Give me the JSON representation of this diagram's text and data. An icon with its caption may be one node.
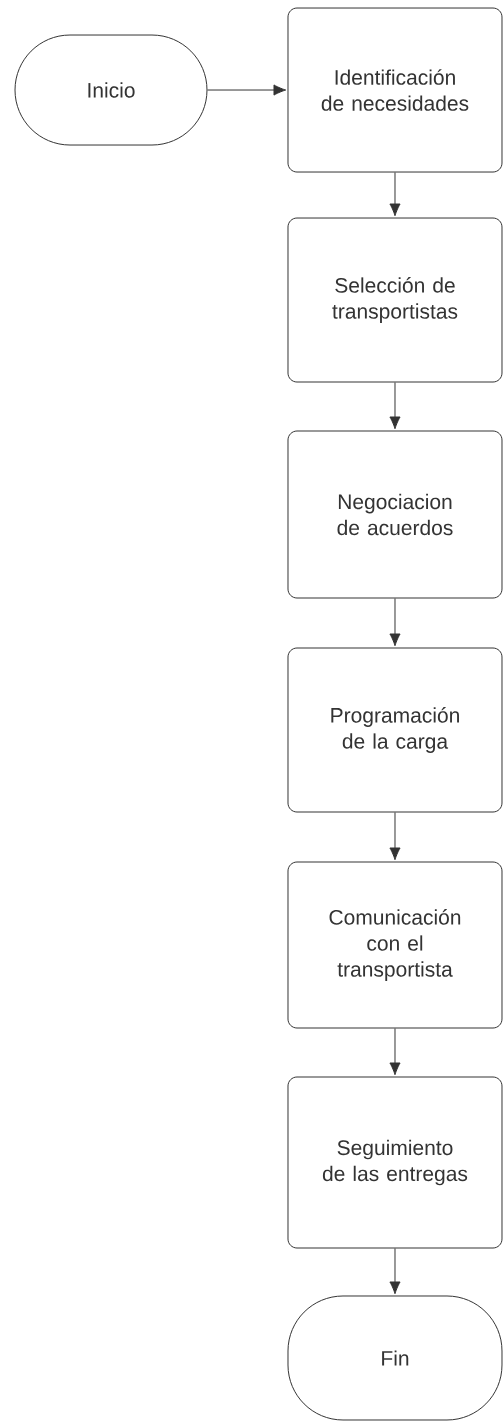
{
  "diagram": {
    "nodes": [
      {
        "text": [
          "Inicio"
        ]
      },
      {
        "text": [
          "Identificación de necesidades"
        ]
      },
      {
        "text": [
          "Selección de transportistas"
        ]
      },
      {
        "text": [
          "Negociacion de acuerdos"
        ]
      },
      {
        "text": [
          "Programación de la carga"
        ]
      },
      {
        "text": [
          "Comunicación con el transportista"
        ]
      },
      {
        "text": [
          "Seguimiento de las entregas"
        ]
      },
      {
        "text": [
          "Fin"
        ]
      }
    ],
    "edges": [
      {
        "from": 0,
        "to": 1,
        "arrow": "to"
      },
      {
        "from": 1,
        "to": 2,
        "arrow": "to"
      },
      {
        "from": 2,
        "to": 3,
        "arrow": "to"
      },
      {
        "from": 3,
        "to": 4,
        "arrow": "to"
      },
      {
        "from": 4,
        "to": 5,
        "arrow": "to"
      },
      {
        "from": 5,
        "to": 6,
        "arrow": "to"
      },
      {
        "from": 6,
        "to": 7,
        "arrow": "to"
      }
    ]
  }
}
